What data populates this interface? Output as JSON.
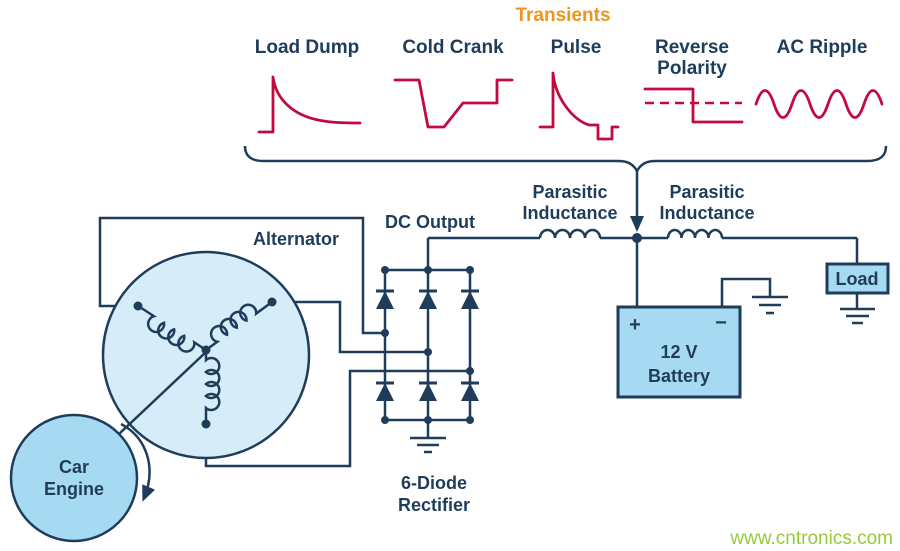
{
  "transients": {
    "title": "Transients",
    "waveforms": [
      {
        "label": "Load Dump"
      },
      {
        "label": "Cold Crank"
      },
      {
        "label": "Pulse"
      },
      {
        "label": "Reverse Polarity",
        "label_line1": "Reverse",
        "label_line2": "Polarity"
      },
      {
        "label": "AC Ripple"
      }
    ]
  },
  "circuit": {
    "alternator": {
      "label": "Alternator"
    },
    "car_engine": {
      "label_line1": "Car",
      "label_line2": "Engine"
    },
    "dc_output": {
      "label": "DC Output"
    },
    "rectifier": {
      "label_line1": "6-Diode",
      "label_line2": "Rectifier"
    },
    "parasitic_inductance_left": {
      "label_line1": "Parasitic",
      "label_line2": "Inductance"
    },
    "parasitic_inductance_right": {
      "label_line1": "Parasitic",
      "label_line2": "Inductance"
    },
    "battery": {
      "plus": "+",
      "minus": "−",
      "label_line1": "12 V",
      "label_line2": "Battery"
    },
    "load": {
      "label": "Load"
    }
  },
  "watermark": "www.cntronics.com",
  "colors": {
    "navy": "#1f3d5a",
    "crimson": "#c10a3e",
    "orange": "#f0941e",
    "box_blue": "#a6d9f2",
    "alternator_blue": "#d6ecf8",
    "watermark_green": "#97c93d"
  }
}
